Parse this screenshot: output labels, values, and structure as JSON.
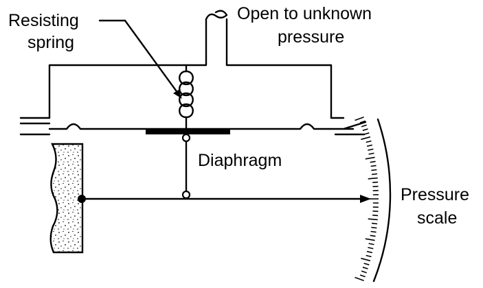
{
  "labels": {
    "resisting_spring_line1": "Resisting",
    "resisting_spring_line2": "spring",
    "open_line1": "Open to unknown",
    "open_line2": "pressure",
    "diaphragm": "Diaphragm",
    "pressure_scale_line1": "Pressure",
    "pressure_scale_line2": "scale"
  },
  "colors": {
    "ink": "#000000",
    "background": "#ffffff"
  }
}
